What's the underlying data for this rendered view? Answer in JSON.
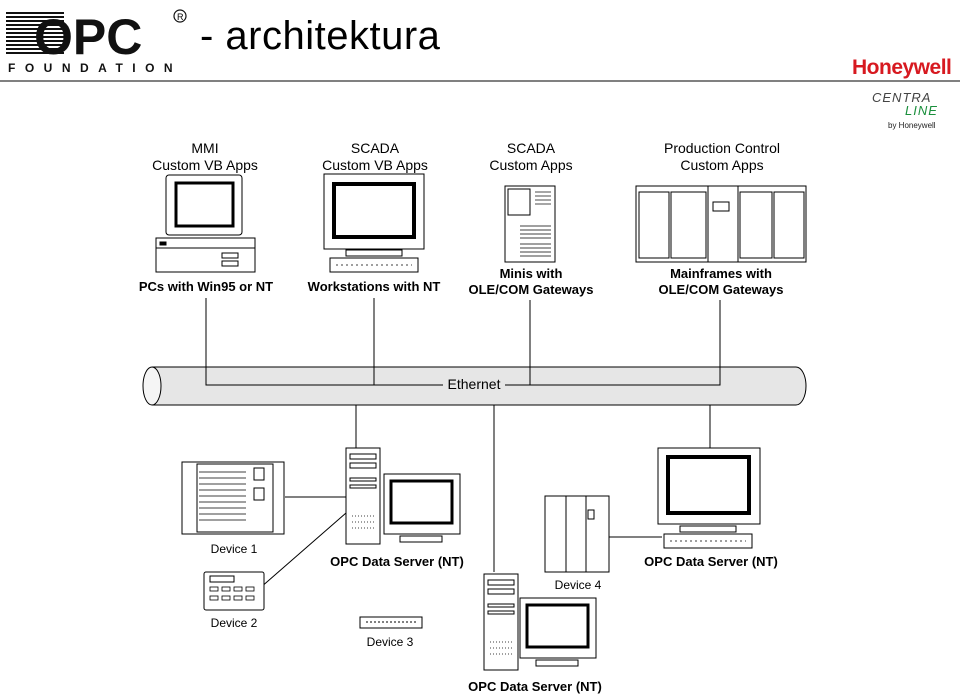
{
  "header": {
    "logo_text": "OPC",
    "logo_subtext": "FOUNDATION",
    "title": "- architektura",
    "brand": "Honeywell",
    "subbrand_line1": "CENTRA",
    "subbrand_line2": "LINE",
    "subbrand_by": "by Honeywell"
  },
  "diagram": {
    "top_nodes": [
      {
        "id": "mmi",
        "caption": "MMI\nCustom VB Apps",
        "label": "PCs with Win95 or NT"
      },
      {
        "id": "scada-ws",
        "caption": "SCADA\nCustom VB Apps",
        "label": "Workstations with NT"
      },
      {
        "id": "scada-mini",
        "caption": "SCADA\nCustom Apps",
        "label": "Minis with\nOLE/COM Gateways"
      },
      {
        "id": "prod",
        "caption": "Production Control\nCustom Apps",
        "label": "Mainframes with\nOLE/COM Gateways"
      }
    ],
    "bus_label": "Ethernet",
    "bottom_nodes": [
      {
        "id": "device1",
        "label": "Device 1"
      },
      {
        "id": "device2",
        "label": "Device 2"
      },
      {
        "id": "device3",
        "label": "Device 3"
      },
      {
        "id": "device4",
        "label": "Device 4"
      },
      {
        "id": "server1",
        "label": "OPC Data Server (NT)"
      },
      {
        "id": "server2",
        "label": "OPC Data Server (NT)"
      },
      {
        "id": "server3",
        "label": "OPC Data Server (NT)"
      }
    ]
  }
}
